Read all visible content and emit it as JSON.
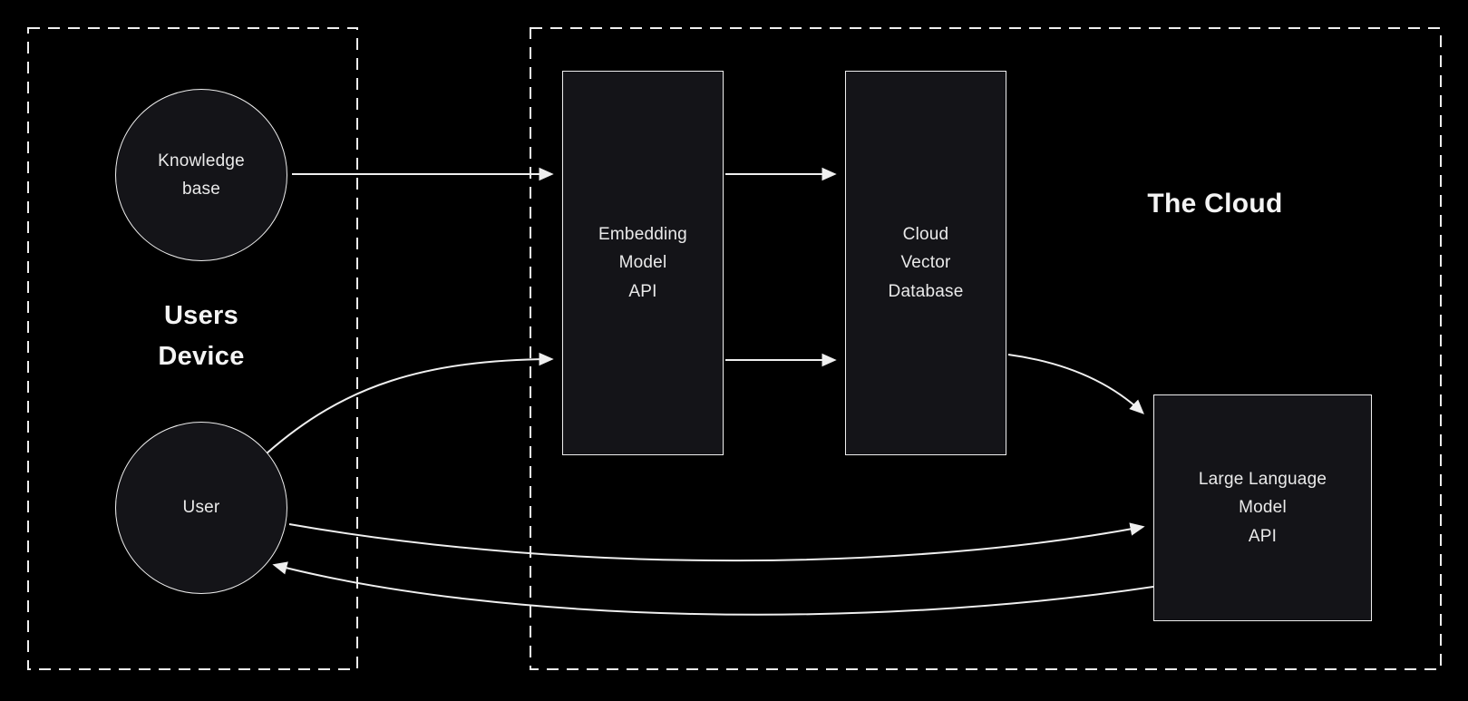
{
  "colors": {
    "background": "#000000",
    "stroke": "#efefef",
    "node_fill": "#141418",
    "text": "#ededed"
  },
  "groups": {
    "users_device": {
      "lines": [
        "Users",
        "Device"
      ]
    },
    "cloud": {
      "label": "The Cloud"
    }
  },
  "nodes": {
    "knowledge_base": {
      "shape": "circle",
      "lines": [
        "Knowledge",
        "base"
      ]
    },
    "user": {
      "shape": "circle",
      "lines": [
        "User"
      ]
    },
    "embedding_model_api": {
      "shape": "rect",
      "lines": [
        "Embedding",
        "Model",
        "API"
      ]
    },
    "cloud_vector_database": {
      "shape": "rect",
      "lines": [
        "Cloud",
        "Vector",
        "Database"
      ]
    },
    "large_language_model_api": {
      "shape": "rect",
      "lines": [
        "Large Language",
        "Model",
        "API"
      ]
    }
  },
  "edges": [
    {
      "from": "knowledge_base",
      "to": "embedding_model_api",
      "style": "straight"
    },
    {
      "from": "embedding_model_api",
      "to": "cloud_vector_database",
      "position": "top",
      "style": "straight"
    },
    {
      "from": "embedding_model_api",
      "to": "cloud_vector_database",
      "position": "middle",
      "style": "straight"
    },
    {
      "from": "user",
      "to": "embedding_model_api",
      "style": "curved"
    },
    {
      "from": "cloud_vector_database",
      "to": "large_language_model_api",
      "style": "curved"
    },
    {
      "from": "user",
      "to": "large_language_model_api",
      "style": "curved"
    },
    {
      "from": "large_language_model_api",
      "to": "user",
      "style": "curved"
    }
  ]
}
